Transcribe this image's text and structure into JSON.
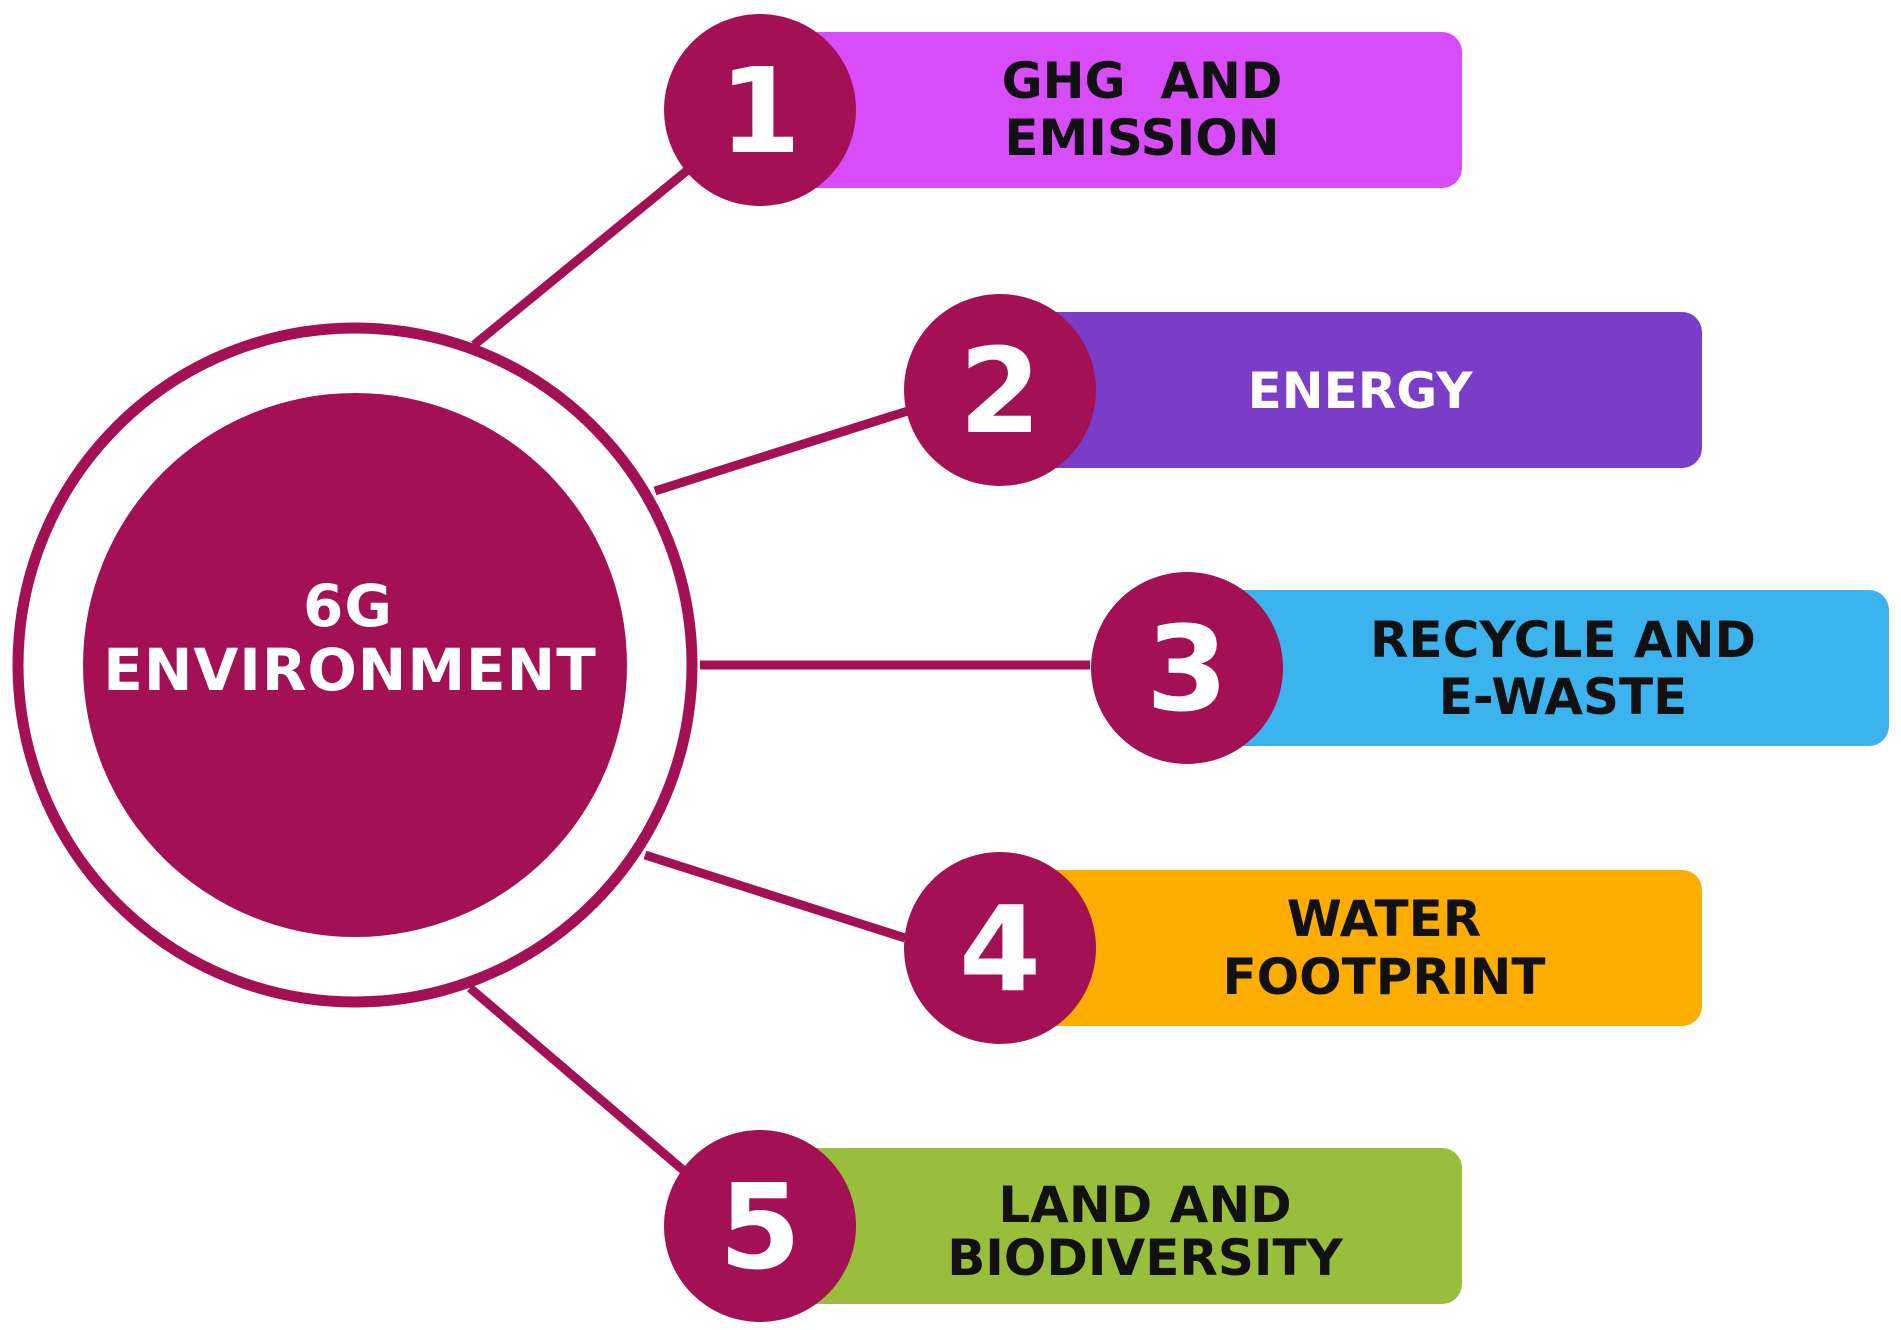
{
  "center": {
    "title_line1": "6G",
    "title_line2": "ENVIRONMENT"
  },
  "colors": {
    "primary": "#A31054",
    "connector": "#A31054"
  },
  "items": [
    {
      "number": "1",
      "lines": [
        "GHG  AND",
        "EMISSION"
      ],
      "color": "#D84CF9",
      "text_color": "#111111"
    },
    {
      "number": "2",
      "lines": [
        "ENERGY"
      ],
      "color": "#7A3DC7",
      "text_color": "#FFFFFF"
    },
    {
      "number": "3",
      "lines": [
        "RECYCLE AND",
        "E-WASTE"
      ],
      "color": "#3BB3EE",
      "text_color": "#111111"
    },
    {
      "number": "4",
      "lines": [
        "WATER",
        "FOOTPRINT"
      ],
      "color": "#FDAC00",
      "text_color": "#111111"
    },
    {
      "number": "5",
      "lines": [
        "LAND AND",
        "BIODIVERSITY"
      ],
      "color": "#98BE3C",
      "text_color": "#111111"
    }
  ]
}
